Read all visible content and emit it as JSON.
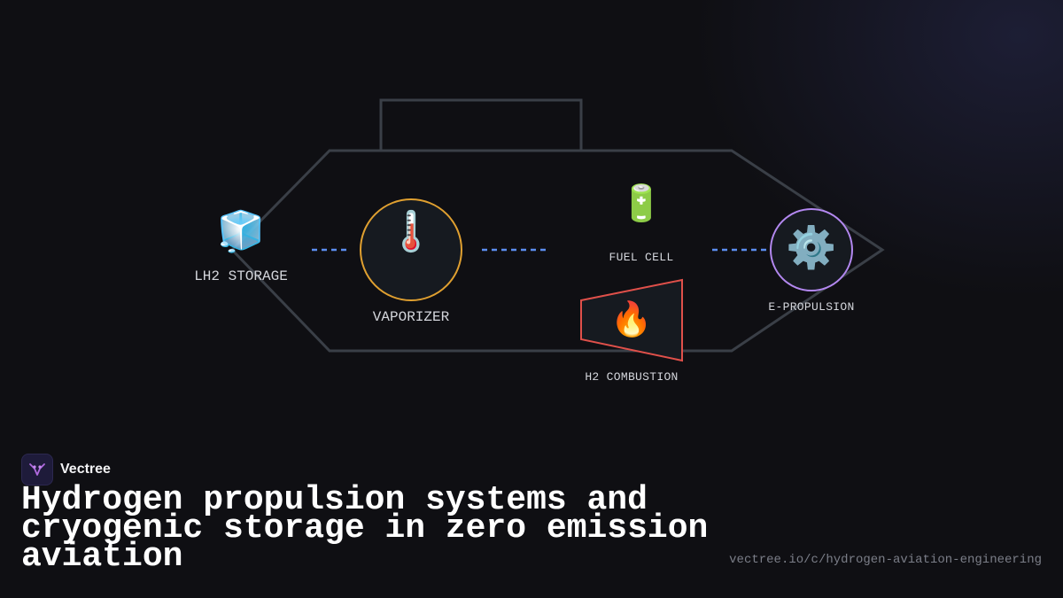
{
  "diagram": {
    "nodes": {
      "lh2_storage": {
        "label": "LH2 STORAGE",
        "icon": "ice-cube-icon",
        "glyph": "🧊"
      },
      "vaporizer": {
        "label": "VAPORIZER",
        "icon": "thermometer-icon",
        "glyph": "🌡️",
        "border_color": "#e0a030"
      },
      "fuel_cell": {
        "label": "FUEL CELL",
        "icon": "battery-icon",
        "glyph": "🔋"
      },
      "h2_combustion": {
        "label": "H2 COMBUSTION",
        "icon": "fire-icon",
        "glyph": "🔥",
        "border_color": "#e0504a"
      },
      "e_propulsion": {
        "label": "E-PROPULSION",
        "icon": "gear-icon",
        "glyph": "⚙️",
        "border_color": "#b388f0"
      }
    },
    "connector_color": "#5b8def",
    "outline_color": "#3a3f47"
  },
  "brand": {
    "name": "Vectree",
    "logo_icon": "vectree-logo-icon",
    "accent": "#b06ae0"
  },
  "title": "Hydrogen propulsion systems and cryogenic storage in zero emission aviation",
  "url": "vectree.io/c/hydrogen-aviation-engineering"
}
